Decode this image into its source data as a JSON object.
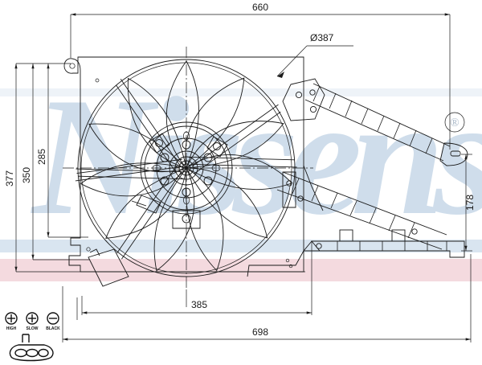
{
  "document": {
    "type": "technical-drawing",
    "subject": "radiator cooling fan assembly with shroud",
    "brand": "Nissens",
    "trademark_symbol": "®"
  },
  "dimensions": {
    "overall_width_top": "660",
    "overall_width_bottom": "698",
    "fan_diameter": "Ø387",
    "height_total": "377",
    "height_mid": "350",
    "height_inner": "285",
    "depth_right": "178",
    "width_inner": "385"
  },
  "connector": {
    "caption_terminals": [
      "HIGH",
      "SLOW",
      "BLACK"
    ],
    "symbols": [
      "plus-circle",
      "plus-circle",
      "minus-circle"
    ]
  },
  "watermark": {
    "text": "Nissens",
    "band_colors": [
      "#d6e3ef",
      "#f2d8dd"
    ],
    "script_color": "#c7d8e8"
  },
  "colors": {
    "line": "#1a1a1a",
    "background": "#ffffff",
    "band_blue": "#d9e5f0",
    "band_pink": "#f4dadf"
  }
}
